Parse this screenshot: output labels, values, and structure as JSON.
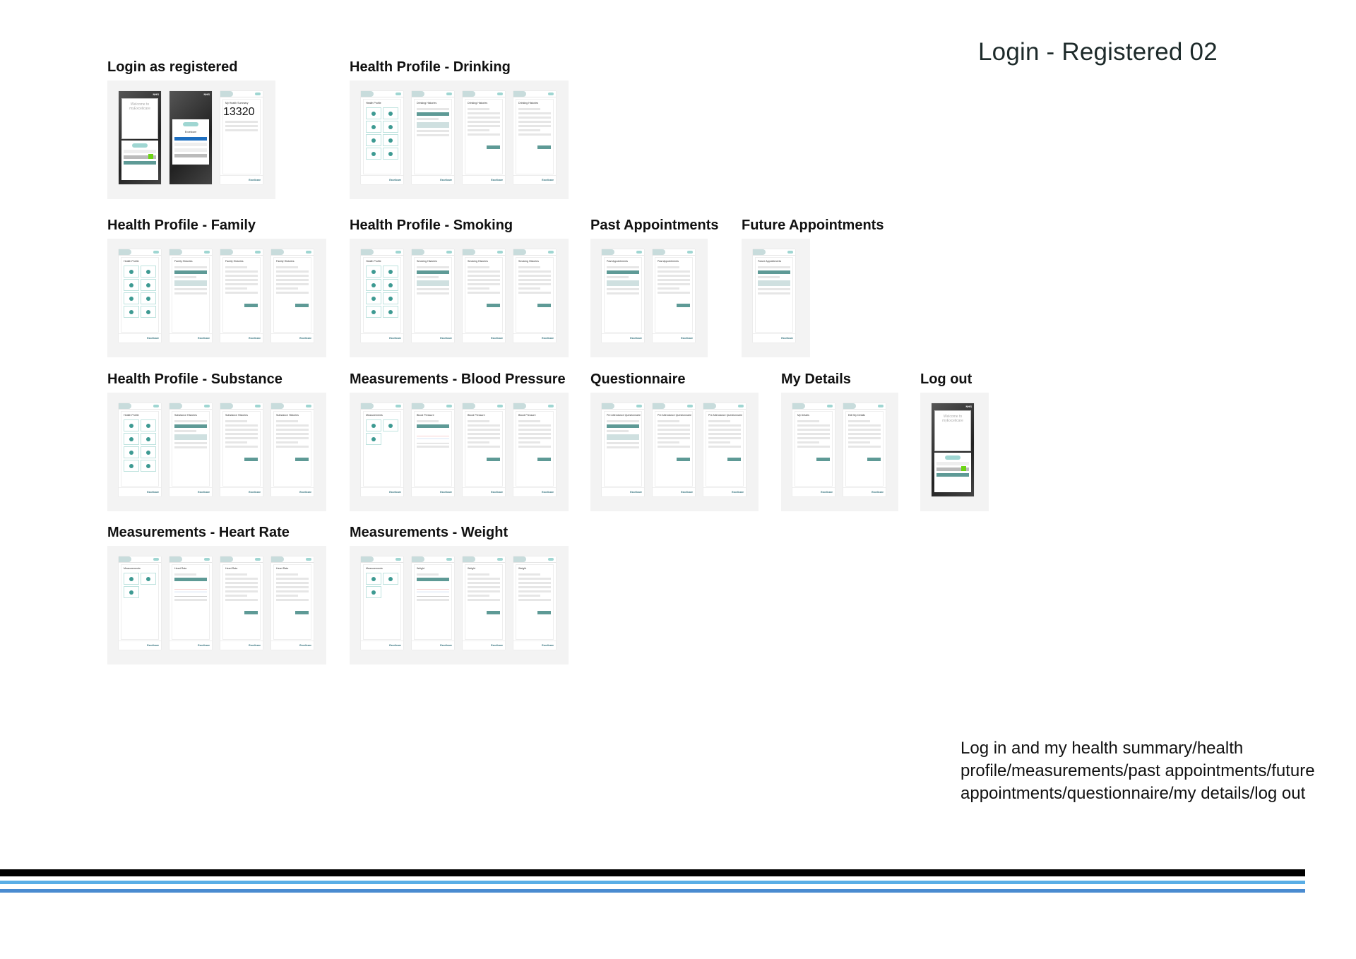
{
  "header": {
    "title": "Login - Registered 02"
  },
  "description": "Log in and my health summary/health profile/measurements/past appointments/future appointments/questionnaire/my details/log out",
  "colors": {
    "accent": "#5e9a96",
    "card_bg": "#f3f3f3",
    "rule_black": "#000000",
    "rule_blue_light": "#5aaee6",
    "rule_blue": "#4a8bd0"
  },
  "sections": [
    {
      "label": "Login as registered",
      "screens": [
        {
          "kind": "login",
          "title": "Welcome to myExcelicare"
        },
        {
          "kind": "login2",
          "title": "Excelicare"
        },
        {
          "kind": "summary",
          "title": "My Health Summary",
          "numbers": [
            "13",
            "3",
            "2",
            "0"
          ]
        }
      ]
    },
    {
      "label": "Health Profile - Drinking",
      "screens": [
        {
          "kind": "tiles",
          "title": "Health Profile"
        },
        {
          "kind": "list",
          "title": "Drinking Histories"
        },
        {
          "kind": "form",
          "title": "Drinking Histories"
        },
        {
          "kind": "form",
          "title": "Drinking Histories"
        }
      ]
    },
    {
      "label": "Health Profile - Family",
      "screens": [
        {
          "kind": "tiles",
          "title": "Health Profile"
        },
        {
          "kind": "list",
          "title": "Family Histories"
        },
        {
          "kind": "form",
          "title": "Family Histories"
        },
        {
          "kind": "form",
          "title": "Family Histories"
        }
      ]
    },
    {
      "label": "Health Profile - Smoking",
      "screens": [
        {
          "kind": "tiles",
          "title": "Health Profile"
        },
        {
          "kind": "list",
          "title": "Smoking Histories"
        },
        {
          "kind": "form",
          "title": "Smoking Histories"
        },
        {
          "kind": "form",
          "title": "Smoking Histories"
        }
      ]
    },
    {
      "label": "Past Appointments",
      "screens": [
        {
          "kind": "list",
          "title": "Past Appointments"
        },
        {
          "kind": "form",
          "title": "Past Appointments"
        }
      ]
    },
    {
      "label": "Future Appointments",
      "screens": [
        {
          "kind": "list",
          "title": "Future Appointments"
        }
      ]
    },
    {
      "label": "Health Profile - Substance",
      "screens": [
        {
          "kind": "tiles",
          "title": "Health Profile"
        },
        {
          "kind": "list",
          "title": "Substance Histories"
        },
        {
          "kind": "form",
          "title": "Substance Histories"
        },
        {
          "kind": "form",
          "title": "Substance Histories"
        }
      ]
    },
    {
      "label": "Measurements - Blood Pressure",
      "screens": [
        {
          "kind": "tiles",
          "title": "Measurements"
        },
        {
          "kind": "chart",
          "title": "Blood Pressure"
        },
        {
          "kind": "form",
          "title": "Blood Pressure"
        },
        {
          "kind": "form",
          "title": "Blood Pressure"
        }
      ]
    },
    {
      "label": "Questionnaire",
      "screens": [
        {
          "kind": "list",
          "title": "Pre Attendance Questionnaire"
        },
        {
          "kind": "form",
          "title": "Pre Attendance Questionnaire"
        },
        {
          "kind": "form",
          "title": "Pre Attendance Questionnaire"
        }
      ]
    },
    {
      "label": "My Details",
      "screens": [
        {
          "kind": "form",
          "title": "My Details"
        },
        {
          "kind": "form",
          "title": "Edit My Details"
        }
      ]
    },
    {
      "label": "Log out",
      "screens": [
        {
          "kind": "login",
          "title": "Welcome to myExcelicare"
        }
      ]
    },
    {
      "label": "Measurements - Heart Rate",
      "screens": [
        {
          "kind": "tiles",
          "title": "Measurements"
        },
        {
          "kind": "chart",
          "title": "Heart Rate"
        },
        {
          "kind": "form",
          "title": "Heart Rate"
        },
        {
          "kind": "form",
          "title": "Heart Rate"
        }
      ]
    },
    {
      "label": "Measurements - Weight",
      "screens": [
        {
          "kind": "tiles",
          "title": "Measurements"
        },
        {
          "kind": "chart",
          "title": "Weight"
        },
        {
          "kind": "form",
          "title": "Weight"
        },
        {
          "kind": "form",
          "title": "Weight"
        }
      ]
    }
  ],
  "mini": {
    "brand": "Excelicare",
    "nhs": "NHS"
  }
}
